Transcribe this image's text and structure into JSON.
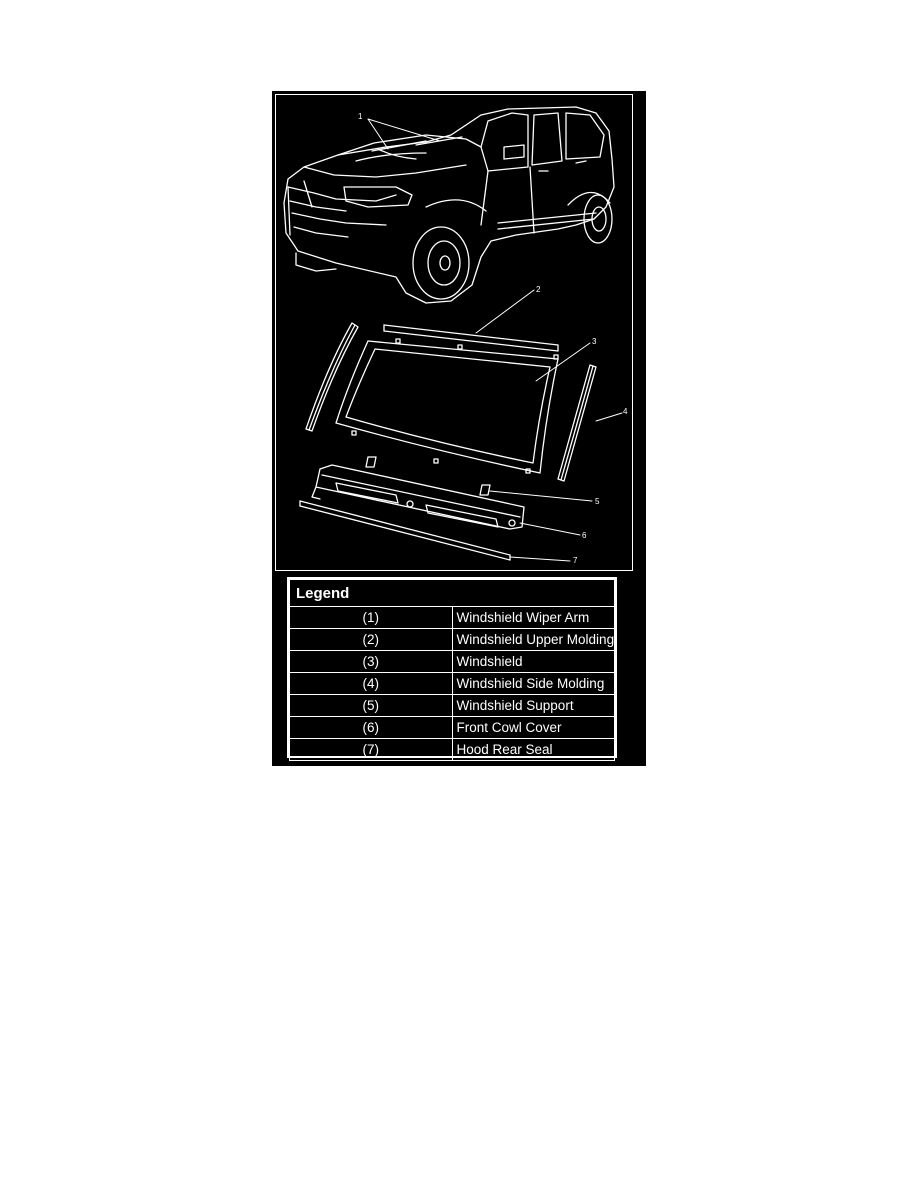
{
  "callouts": [
    "1",
    "2",
    "3",
    "4",
    "5",
    "6",
    "7"
  ],
  "legend": {
    "title": "Legend",
    "rows": [
      {
        "num": "(1)",
        "label": "Windshield Wiper Arm"
      },
      {
        "num": "(2)",
        "label": "Windshield Upper Molding"
      },
      {
        "num": "(3)",
        "label": "Windshield"
      },
      {
        "num": "(4)",
        "label": "Windshield Side Molding"
      },
      {
        "num": "(5)",
        "label": "Windshield Support"
      },
      {
        "num": "(6)",
        "label": "Front Cowl Cover"
      },
      {
        "num": "(7)",
        "label": "Hood Rear Seal"
      }
    ]
  },
  "colors": {
    "background": "#000000",
    "line": "#ffffff",
    "page": "#ffffff"
  }
}
